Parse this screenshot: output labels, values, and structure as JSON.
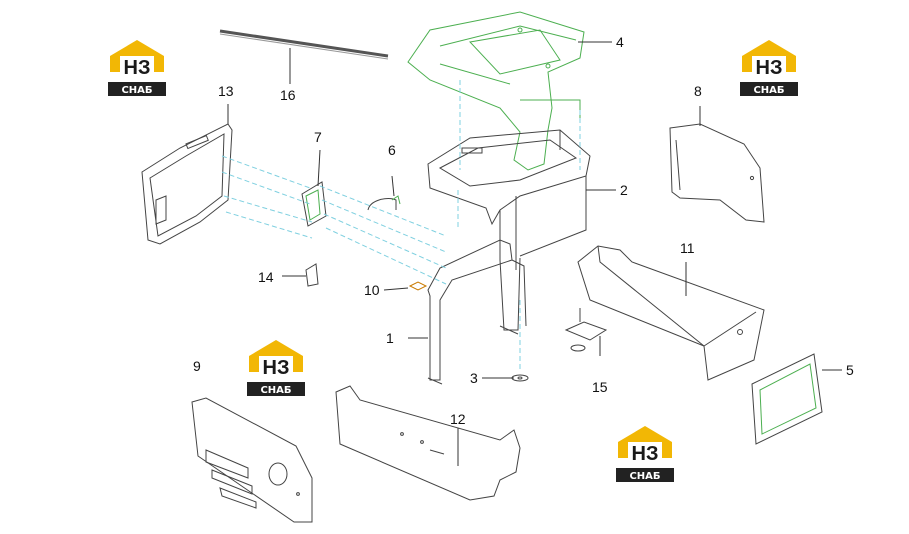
{
  "brand": {
    "mark": "НЗ",
    "caption": "СНАБ",
    "colors": {
      "roof": "#f2b705",
      "band": "#222222",
      "text": "#ffffff"
    }
  },
  "colors": {
    "part_stroke": "#444444",
    "highlight": "#4caf50",
    "guide": "#7fd0e0",
    "leader": "#333333"
  },
  "callouts": [
    {
      "num": "1"
    },
    {
      "num": "2"
    },
    {
      "num": "3"
    },
    {
      "num": "4"
    },
    {
      "num": "5"
    },
    {
      "num": "6"
    },
    {
      "num": "7"
    },
    {
      "num": "8"
    },
    {
      "num": "9"
    },
    {
      "num": "10"
    },
    {
      "num": "11"
    },
    {
      "num": "12"
    },
    {
      "num": "13"
    },
    {
      "num": "14"
    },
    {
      "num": "15"
    },
    {
      "num": "16"
    }
  ]
}
